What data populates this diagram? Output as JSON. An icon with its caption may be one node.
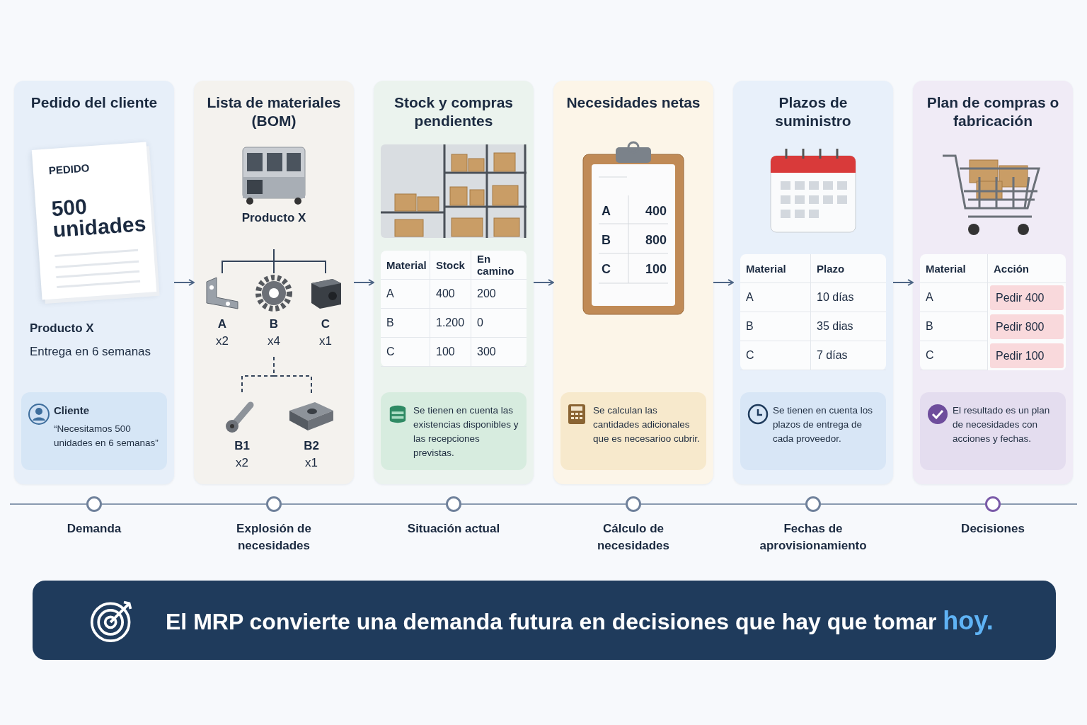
{
  "diagram": {
    "nodes": [
      {
        "text": [
          "Pedido del cliente",
          "Producto X",
          "Entrega en 6 semanas"
        ]
      },
      {
        "text": [
          "PEDIDO",
          "500 unidades"
        ],
        "in": 0
      },
      {
        "text": [
          "Cliente",
          "“Necesitamos 500 unidades en 6 semanas”"
        ],
        "in": 0
      },
      {
        "text": [
          "Lista de materiales (BOM)"
        ]
      },
      {
        "text": [
          "Producto X"
        ],
        "in": 3
      },
      {
        "text": [
          "A",
          "x2"
        ],
        "in": 3
      },
      {
        "text": [
          "B",
          "x4"
        ],
        "in": 3
      },
      {
        "text": [
          "C",
          "x1"
        ],
        "in": 3
      },
      {
        "text": [
          "B1",
          "x2"
        ],
        "in": 3
      },
      {
        "text": [
          "B2",
          "x1"
        ],
        "in": 3
      },
      {
        "text": [
          "Stock y compras pendientes"
        ]
      },
      {
        "text": [
          "Se tienen en cuenta las existencias disponibles y las recepciones previstas."
        ],
        "in": 10
      },
      {
        "text": [
          "Necesidades netas"
        ]
      },
      {
        "text": [
          "Se calculan las cantidades adicionales que es necesarioo cubrir."
        ],
        "in": 12
      },
      {
        "text": [
          "Plazos de suministro"
        ]
      },
      {
        "text": [
          "Se tienen en cuenta los plazos de entrega de cada proveedor."
        ],
        "in": 14
      },
      {
        "text": [
          "Plan de compras o fabricación"
        ]
      },
      {
        "text": [
          "El resultado es un plan de necesidades con acciones y fechas."
        ],
        "in": 16
      },
      {
        "text": [
          "Demanda"
        ]
      },
      {
        "text": [
          "Explosión de necesidades"
        ]
      },
      {
        "text": [
          "Situación actual"
        ]
      },
      {
        "text": [
          "Cálculo de necesidades"
        ]
      },
      {
        "text": [
          "Fechas de aprovisionamiento"
        ]
      },
      {
        "text": [
          "Decisiones"
        ]
      },
      {
        "text": [
          "El MRP convierte una demanda futura en decisiones que hay que tomar **hoy.**"
        ]
      }
    ],
    "edges": [
      {
        "from": 0,
        "to": 3,
        "arrow": "to"
      },
      {
        "from": 3,
        "to": 10,
        "arrow": "to"
      },
      {
        "from": 10,
        "to": 12,
        "arrow": "to"
      },
      {
        "from": 12,
        "to": 14,
        "arrow": "to"
      },
      {
        "from": 14,
        "to": 16,
        "arrow": "to"
      },
      {
        "from": 4,
        "to": 5,
        "arrow": "none"
      },
      {
        "from": 4,
        "to": 6,
        "arrow": "none"
      },
      {
        "from": 4,
        "to": 7,
        "arrow": "none"
      },
      {
        "from": 6,
        "to": 8,
        "arrow": "none",
        "style": "dashed"
      },
      {
        "from": 6,
        "to": 9,
        "arrow": "none",
        "style": "dashed"
      },
      {
        "from": 18,
        "to": 19,
        "arrow": "none"
      },
      {
        "from": 19,
        "to": 20,
        "arrow": "none"
      },
      {
        "from": 20,
        "to": 21,
        "arrow": "none"
      },
      {
        "from": 21,
        "to": 22,
        "arrow": "none"
      },
      {
        "from": 22,
        "to": 23,
        "arrow": "none"
      }
    ],
    "labels": [
      "Material",
      "Stock",
      "En camino",
      "A",
      "400",
      "200",
      "B",
      "1.200",
      "0",
      "C",
      "100",
      "300",
      "A",
      "400",
      "B",
      "800",
      "C",
      "100",
      "Material",
      "Plazo",
      "A",
      "10 días",
      "B",
      "35 dias",
      "C",
      "7 días",
      "Material",
      "Acción",
      "A",
      "Pedir 400",
      "B",
      "Pedir 800",
      "C",
      "Pedir 100"
    ]
  }
}
